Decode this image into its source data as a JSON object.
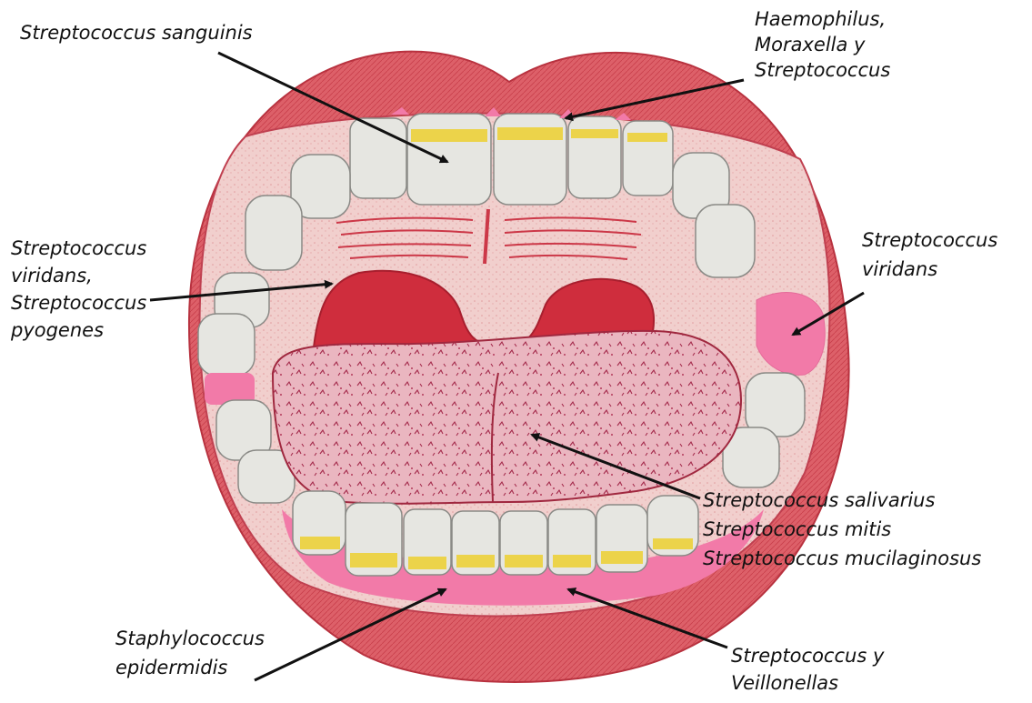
{
  "labels": {
    "sanguinis": [
      "Streptococcus sanguinis"
    ],
    "haemophilus": [
      "Haemophilus,",
      "Moraxella y",
      "Streptococcus"
    ],
    "viridans_left": [
      "Streptococcus",
      "viridans,",
      "Streptococcus",
      "pyogenes"
    ],
    "viridans_right": [
      "Streptococcus",
      "viridans"
    ],
    "tongue": [
      "Streptococcus salivarius",
      "Streptococcus mitis",
      "Streptococcus mucilaginosus"
    ],
    "staph": [
      "Staphylococcus",
      "epidermidis"
    ],
    "veillonella": [
      "Streptococcus y",
      "Veillonellas"
    ]
  },
  "colors": {
    "lip": "#d9565f",
    "mucosa": "#f1cfcd",
    "palate": "#cf2d3d",
    "tongue": "#e9b2bc",
    "tooth": "#e6e6e1",
    "enamel_yellow": "#ecd34a",
    "pink_highlight": "#f27aa8",
    "arrow": "#111111"
  }
}
